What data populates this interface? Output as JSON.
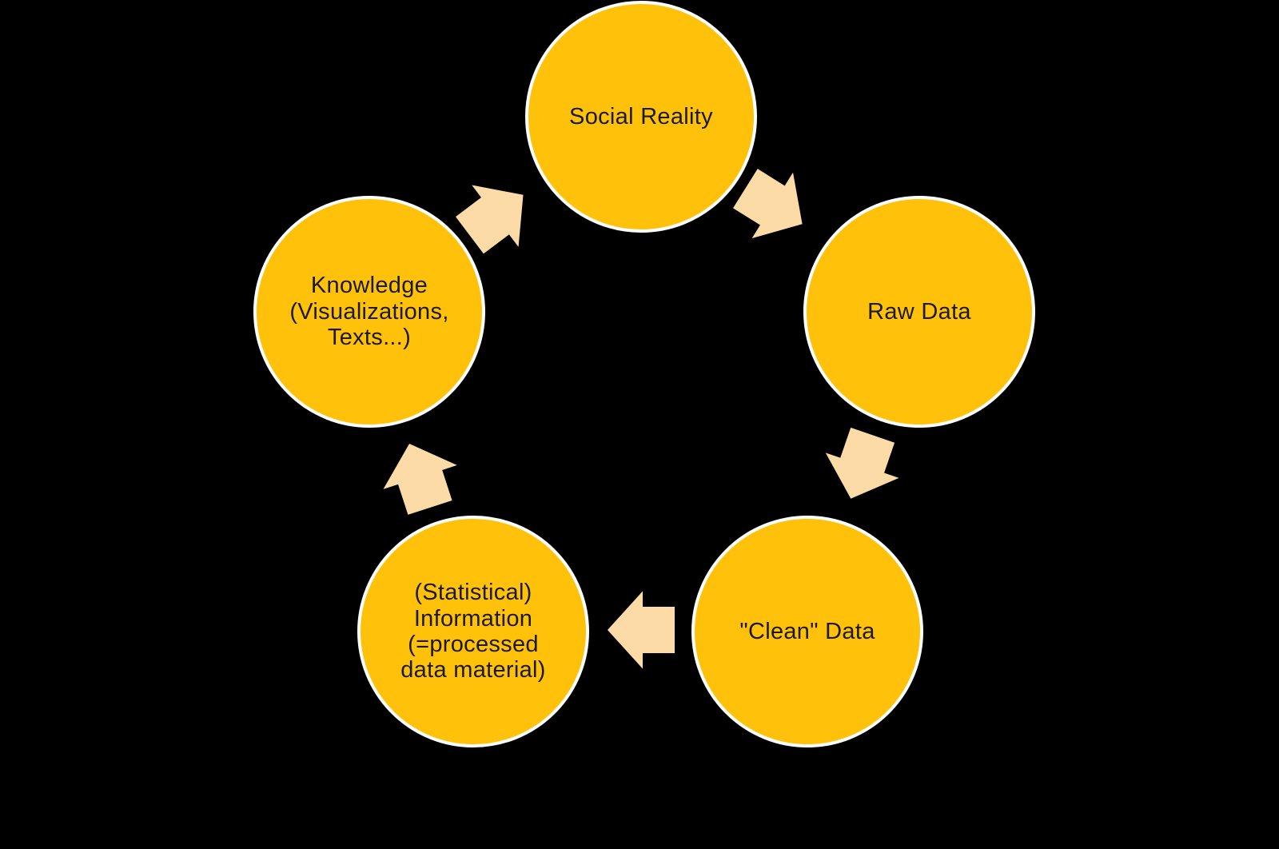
{
  "colors": {
    "background": "#000000",
    "node_fill": "#FFC10A",
    "node_border": "#FFFFFF",
    "node_text": "#1A1A1A",
    "arrow_fill": "#FCDBA7"
  },
  "diagram": {
    "type": "cycle",
    "direction": "clockwise",
    "nodes": [
      {
        "id": "social-reality",
        "label": "Social Reality"
      },
      {
        "id": "raw-data",
        "label": "Raw Data"
      },
      {
        "id": "clean-data",
        "label": "\"Clean\" Data"
      },
      {
        "id": "statistical-information",
        "label": "(Statistical)\nInformation\n(=processed\ndata material)"
      },
      {
        "id": "knowledge",
        "label": "Knowledge\n(Visualizations,\nTexts...)"
      }
    ],
    "arrows": [
      {
        "from": "social-reality",
        "to": "raw-data"
      },
      {
        "from": "raw-data",
        "to": "clean-data"
      },
      {
        "from": "clean-data",
        "to": "statistical-information"
      },
      {
        "from": "statistical-information",
        "to": "knowledge"
      },
      {
        "from": "knowledge",
        "to": "social-reality"
      }
    ]
  }
}
